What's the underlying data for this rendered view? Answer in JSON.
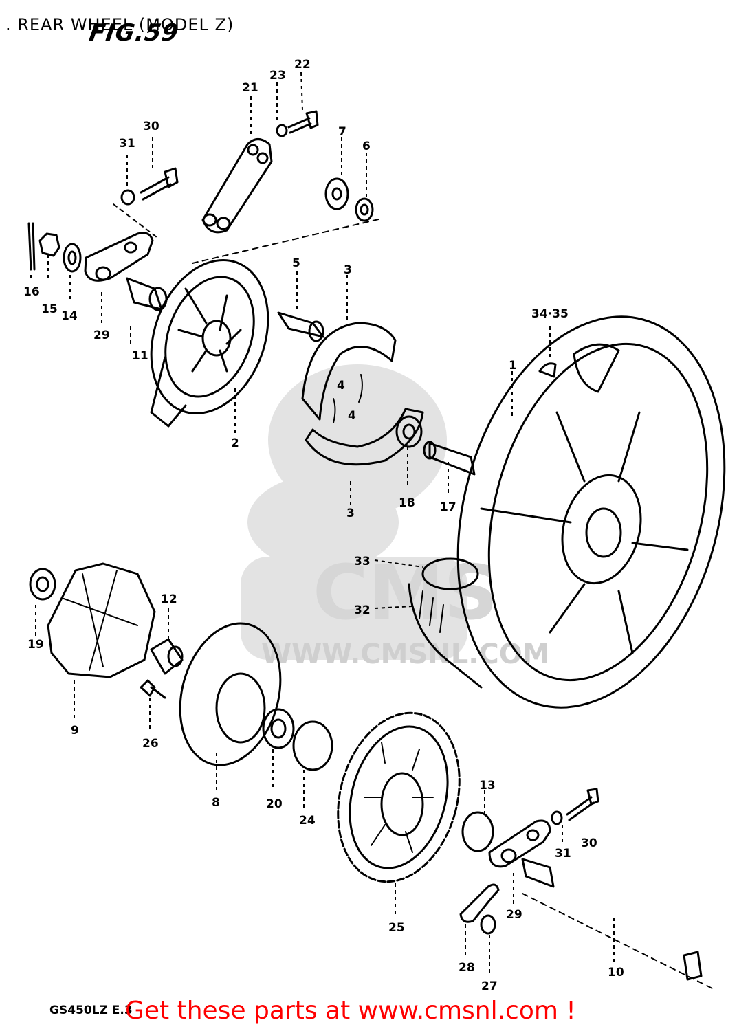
{
  "header": {
    "title": ". REAR WHEEL (MODEL Z)",
    "figure_label": "FIG.59"
  },
  "watermark": {
    "brand": "CMS",
    "url": "WWW.CMSNL.COM"
  },
  "callouts": [
    "1",
    "2",
    "3",
    "3",
    "4",
    "4",
    "5",
    "6",
    "7",
    "8",
    "9",
    "10",
    "11",
    "12",
    "13",
    "14",
    "15",
    "16",
    "17",
    "18",
    "19",
    "20",
    "21",
    "22",
    "23",
    "24",
    "25",
    "26",
    "27",
    "28",
    "29",
    "29",
    "30",
    "30",
    "31",
    "31",
    "32",
    "33",
    "34·35"
  ],
  "footer": {
    "model_code": "GS450LZ E.3",
    "cta": "Get these parts at www.cmsnl.com !"
  },
  "colors": {
    "ink": "#000000",
    "cta": "#ff0000",
    "watermark": "#d9d9d9"
  }
}
